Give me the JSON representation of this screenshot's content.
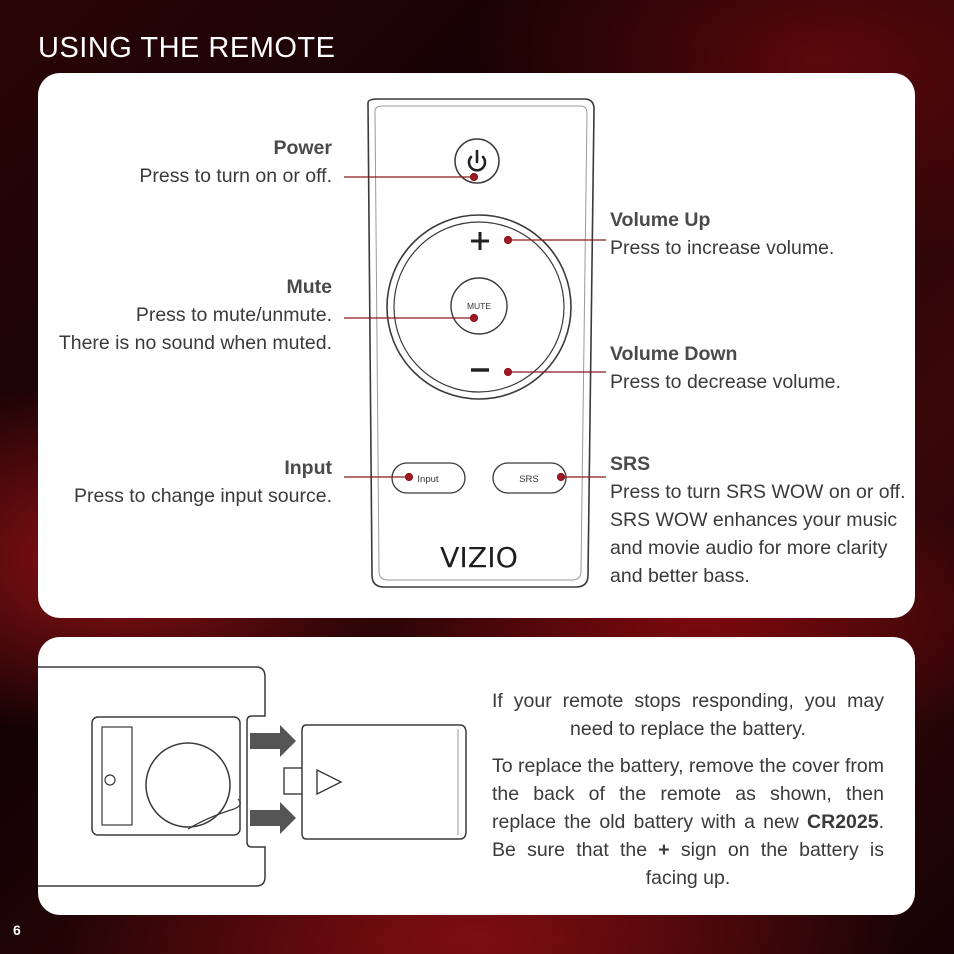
{
  "page": {
    "title": "USING THE REMOTE",
    "number": "6"
  },
  "remote": {
    "mute_label": "MUTE",
    "input_label": "Input",
    "srs_label": "SRS",
    "brand": "VIZIO"
  },
  "callouts": {
    "power": {
      "heading": "Power",
      "lines": [
        "Press to turn on or off."
      ]
    },
    "mute": {
      "heading": "Mute",
      "lines": [
        "Press to mute/unmute.",
        "There is no sound when muted."
      ]
    },
    "input": {
      "heading": "Input",
      "lines": [
        "Press to change input source."
      ]
    },
    "volume_up": {
      "heading": "Volume Up",
      "lines": [
        "Press to increase volume."
      ]
    },
    "volume_down": {
      "heading": "Volume Down",
      "lines": [
        "Press to decrease volume."
      ]
    },
    "srs": {
      "heading": "SRS",
      "lines": [
        "Press to turn SRS WOW on or off.",
        "SRS WOW enhances your music",
        "and movie audio for more clarity",
        "and better bass."
      ]
    }
  },
  "battery": {
    "paragraph1": "If your remote stops responding, you may need to replace the battery.",
    "paragraph2_before": "To replace the battery, remove the cover from the back of the remote as shown, then replace the old battery with a new ",
    "battery_model": "CR2025",
    "paragraph2_middle": ". Be sure that the ",
    "plus_sign": "+",
    "paragraph2_after": " sign on the battery is facing up."
  },
  "colors": {
    "callout_line": "#8b1a1a",
    "callout_dot": "#a0182a"
  }
}
